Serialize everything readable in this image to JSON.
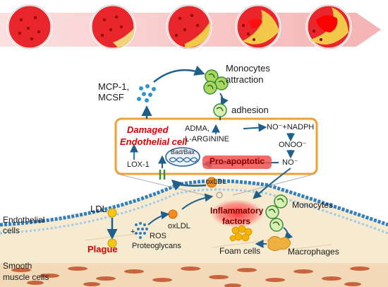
{
  "labels": {
    "mcp": "MCP-1,",
    "mcsf": "MCSF",
    "monocytes_attraction_1": "Monocytes",
    "monocytes_attraction_2": "attraction",
    "adhesion": "adhesion",
    "damaged": "Damaged",
    "endothelial_cell": "Endothelial cell",
    "adma": "ADMA,",
    "larginine": "L-ARGININE",
    "no_nadph": "NO⁻+NADPH",
    "onoo": "ONOO⁻",
    "bad_bax": "Bad/Bax",
    "pro_apoptotic": "Pro-apoptotic",
    "no": "NO⁻",
    "lox1": "LOX-1",
    "oxldl_top": "oxLDL",
    "ldl": "LDL",
    "monocytes": "Monocytes",
    "endothelial_cells_1": "Endothelial",
    "endothelial_cells_2": "cells",
    "inflammatory_1": "Inflammatory",
    "inflammatory_2": "factors",
    "oxldl_mid": "oxLDL",
    "ros": "ROS",
    "plus": "+",
    "proteoglycans": "Proteoglycans",
    "plague": "Plague",
    "foam_cells": "Foam cells",
    "macrophages": "Macrophages",
    "smooth_1": "Smooth",
    "smooth_2": "muscle cells"
  },
  "colors": {
    "accent_red": "#e00000",
    "box_orange": "#f0a030",
    "arrow_blue": "#1f5f8b",
    "ldl_yellow": "#f5c518",
    "ox_orange": "#f08c20",
    "wall_beige": "#f6ead0",
    "band_pink": "#f7c6c6",
    "blood_red": "#e0262a",
    "foam_yellow": "#f5b400"
  },
  "icons": {
    "vessel_stages": "vessel-cross-section-icons",
    "monocyte": "monocyte-cell-icon",
    "dots": "mcp-dots-icon",
    "dna": "dna-helix-icon"
  }
}
